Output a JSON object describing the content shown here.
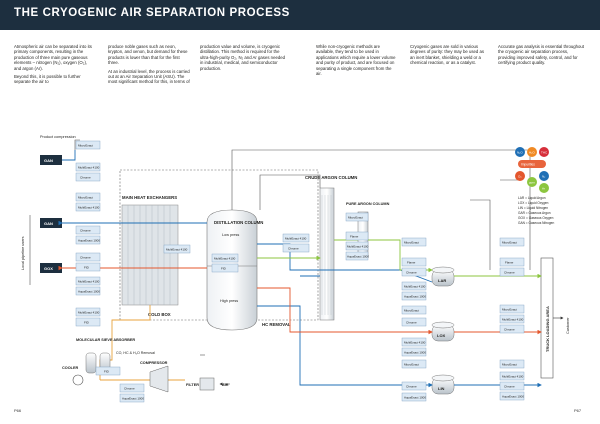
{
  "title": "THE CRYOGENIC AIR SEPARATION PROCESS",
  "columns": [
    [
      "Atmospheric air can be separated into its primary components, resulting in the production of three main pure gaseous elements – nitrogen (N₂), oxygen (O₂), and argon (Ar).",
      "Beyond this, it is possible to further separate the air to"
    ],
    [
      "produce noble gases such as neon, krypton, and xenon, but demand for these products is lower than that for the first three.",
      "At an industrial level, the process is carried out at an Air Separation Unit (ASU). The most significant method for this, in terms of"
    ],
    [
      "production value and volume, is cryogenic distillation. This method is required for the ultra-high-purity O₂, N₂ and Ar gases needed in industrial, medical, and semiconductor production."
    ],
    [
      "While non-cryogenic methods are available, they tend to be used in applications which require a lower volume and purity of product, and are focused on separating a single component from the air."
    ],
    [
      "Cryogenic gases are sold in various degrees of purity: they may be used as an inert blanket, shielding a weld or a chemical reaction, or as a catalyst."
    ],
    [
      "Accurate gas analysis is essential throughout the cryogenic air separation process, providing improved safety, control, and for certifying product quality."
    ]
  ],
  "diagram": {
    "product_compression": "Product compression",
    "local_pipeline_users": "Local pipeline users",
    "gan": "GAN",
    "gox": "GOX",
    "main_heat_exchangers": "MAIN HEAT EXCHANGERS",
    "cold_box": "COLD BOX",
    "distillation_column": "DISTILLATION COLUMN",
    "low_press": "Low press",
    "high_press": "High press",
    "crude_argon_column": "CRUDE ARGON COLUMN",
    "pure_argon_column": "PURE ARGON COLUMN",
    "hc_removal": "HC REMOVAL",
    "molecular_sieve": "MOLECULAR SIEVE ABSORBER",
    "sieve_removal": "CO, HC & H₂O Removal",
    "cooler": "COOLER",
    "compressor": "COMPRESSOR",
    "filter": "FILTER",
    "air": "AIR",
    "lar": "LAR",
    "lox": "LOX",
    "lin": "LIN",
    "truck_loading": "TRUCK LOADING AREA",
    "customer": "Customer",
    "inst": {
      "multi": "MultiExact 4100",
      "micro": "MicroExact",
      "chrome": "Chrome",
      "aqua": "AquaExact 1000",
      "fid": "FID",
      "flame": "Flame",
      "f3": "Flame"
    }
  },
  "legend": {
    "species": [
      "N₂O",
      "H₂O",
      "THC",
      "Impurities",
      "O₂",
      "N₂",
      "ppm",
      "Ar"
    ],
    "lines": [
      "LAR = Liquid Argon",
      "LOX = Liquid Oxygen",
      "LIN = Liquid Nitrogen",
      "GAR = Gaseous Argon",
      "GOX = Gaseous Oxygen",
      "GAN = Gaseous Nitrogen"
    ]
  },
  "page_left": "P66",
  "page_right": "P67",
  "colors": {
    "header": "#1d2f3f",
    "nitrogen": "#1f6fb5",
    "oxygen": "#e4572e",
    "argon": "#8cc63f",
    "air": "#555555",
    "product": "#e8a33d"
  }
}
